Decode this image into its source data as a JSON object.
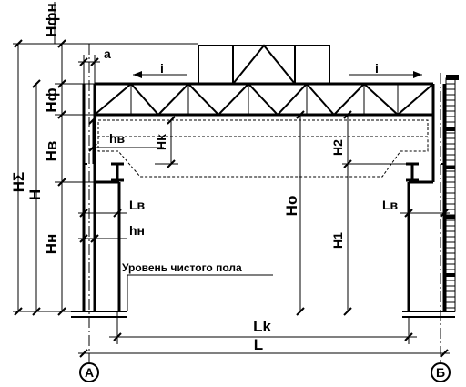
{
  "labels": {
    "H_sigma": "HΣ",
    "H": "H",
    "H_fn": "Hфн",
    "H_f": "Hф",
    "H_v": "Hв",
    "H_n": "Hн",
    "h_v": "hв",
    "H_k": "Hk",
    "H_0": "Ho",
    "H_1": "H1",
    "H_2": "H2",
    "a": "a",
    "L_v_left": "Lв",
    "L_v_right": "Lв",
    "h_n": "hн",
    "L_k": "Lk",
    "L": "L",
    "slope_left": "i",
    "slope_right": "i",
    "floor_level": "Уровень чистого пола",
    "axis_A": "А",
    "axis_B": "Б"
  }
}
